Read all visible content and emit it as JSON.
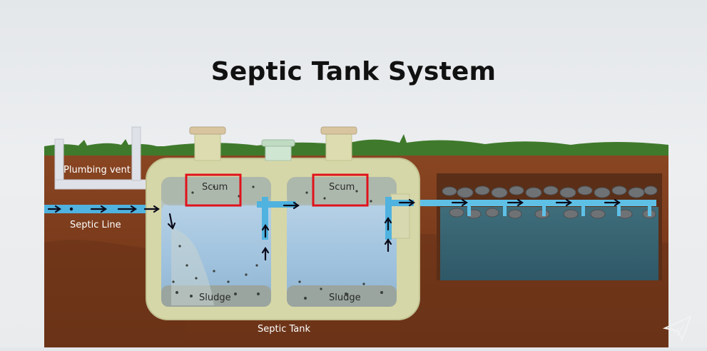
{
  "title": "Septic Tank System",
  "labels": {
    "plumbing_vent": "Plumbing vent",
    "septic_line": "Septic Line",
    "scum_left": "Scum",
    "scum_right": "Scum",
    "sludge_left": "Sludge",
    "sludge_right": "Sludge",
    "septic_tank": "Septic Tank"
  },
  "colors": {
    "soil": "#7a3d1e",
    "grass": "#3f7a2c",
    "tank_shell": "#d6d7a8",
    "water": "#a8c8e2",
    "pipe": "#4fb2df",
    "highlight_box": "#e0121b"
  },
  "icons": [
    "flow-arrow-icon",
    "brand-logo-icon"
  ]
}
